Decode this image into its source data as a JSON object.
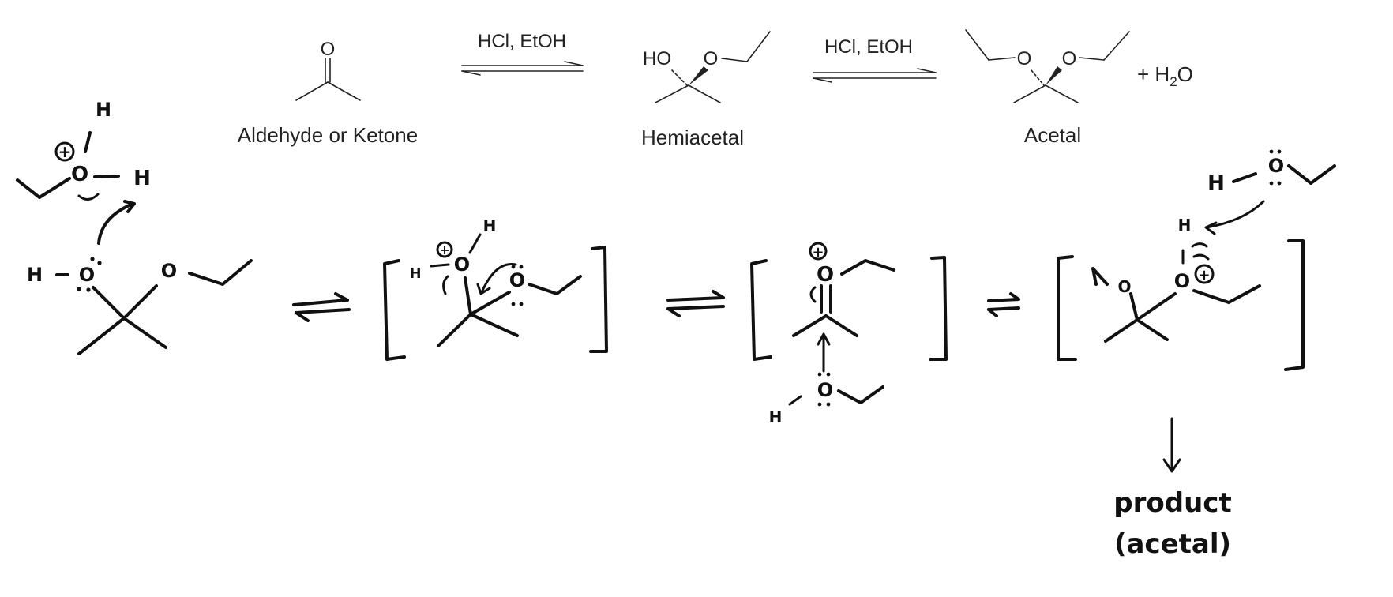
{
  "colors": {
    "typed_ink": "#222222",
    "hand_ink": "#111111",
    "background": "#ffffff"
  },
  "overview": {
    "reagent_1": "HCl,  EtOH",
    "reagent_2": "HCl,  EtOH",
    "ketone": {
      "atom_o": "O",
      "label": "Aldehyde or Ketone"
    },
    "hemiacetal": {
      "atom_ho": "HO",
      "atom_o": "O",
      "label": "Hemiacetal"
    },
    "acetal": {
      "atom_o1": "O",
      "atom_o2": "O",
      "label": "Acetal"
    },
    "water": {
      "plus_h": "+ H",
      "sub": "2",
      "o": "O"
    }
  },
  "mechanism": {
    "step1": {
      "protonated_ethanol_h_top": "H",
      "protonated_ethanol_o": "O",
      "protonated_ethanol_h_right": "H",
      "charge": "+",
      "hydroxyl_h": "H",
      "hydroxyl_o": "O",
      "ether_o": "O"
    },
    "step2": {
      "h_left": "H",
      "charge": "+",
      "o_protonated": "O",
      "h_top": "H",
      "ether_o": "O"
    },
    "step3": {
      "charge": "+",
      "oxonium_o": "O",
      "nucleophile_o": "O",
      "nucleophile_h": "H"
    },
    "step4": {
      "ethanol_h": "H",
      "ethanol_o": "O",
      "h_on_oxonium": "H",
      "oxonium_o": "O",
      "charge": "+",
      "ether_o": "O",
      "product_line_1": "product",
      "product_line_2": "(acetal)"
    }
  }
}
